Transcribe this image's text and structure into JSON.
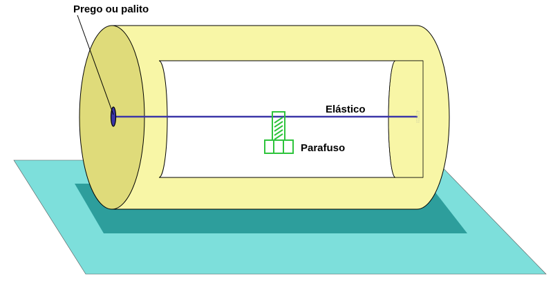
{
  "labels": {
    "nail": "Prego ou palito",
    "elastic": "Elástico",
    "screw": "Parafuso"
  },
  "colors": {
    "base_plate": "#7ddfdb",
    "base_shadow": "#2d9e9c",
    "cylinder_body": "#f8f6a6",
    "cylinder_end_cap": "#dfdb7a",
    "window": "#ffffff",
    "outline": "#000000",
    "elastic": "#3b36a8",
    "screw": "#2ec43c"
  }
}
